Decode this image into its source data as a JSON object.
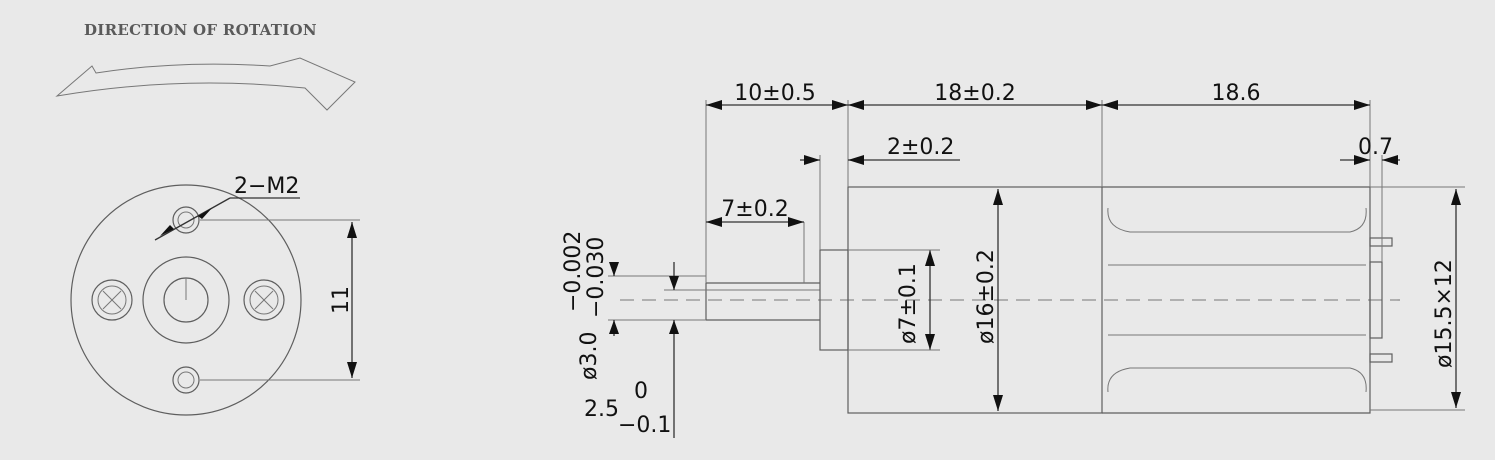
{
  "header": {
    "title": "DIRECTION OF ROTATION"
  },
  "front_view": {
    "thread_label": "2−M2",
    "hole_spacing": "11"
  },
  "side_view": {
    "dim_shaft_length": "10±0.5",
    "dim_body_length": "18±0.2",
    "dim_motor_length": "18.6",
    "dim_collar": "2±0.2",
    "dim_end_cap": "0.7",
    "dim_flat_length": "7±0.2",
    "dim_shaft_dia": "ø3.0",
    "dim_shaft_tol_upper": "−0.002",
    "dim_shaft_tol_lower": "−0.030",
    "dim_boss_dia": "ø7±0.1",
    "dim_body_dia": "ø16±0.2",
    "dim_motor_size": "ø15.5×12",
    "dim_flat_value": "2.5",
    "dim_flat_tol_upper": "0",
    "dim_flat_tol_lower": "−0.1"
  },
  "colors": {
    "background": "#e9e9e9",
    "line": "#5e5e5e",
    "dimension": "#333333",
    "text": "#111111"
  }
}
